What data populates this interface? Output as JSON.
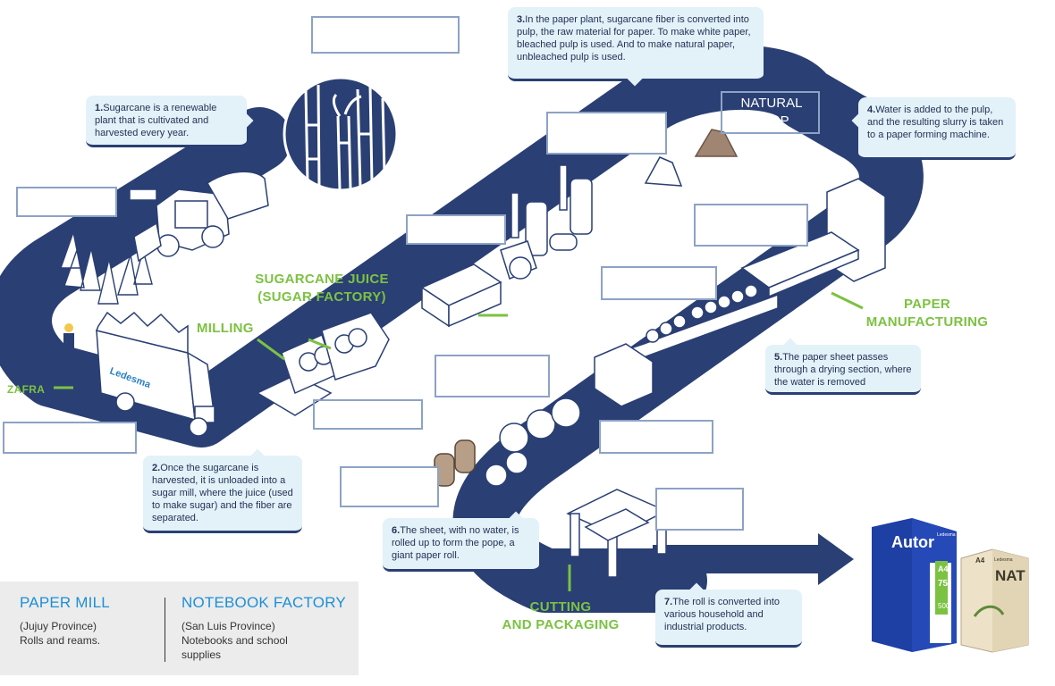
{
  "colors": {
    "road": "#2a3f73",
    "accent": "#7cc242",
    "note_bg": "#e3f1f9",
    "legend_heading": "#1d8fd6"
  },
  "notes": [
    {
      "num": "1.",
      "text": "Sugarcane is a renewable plant that is cultivated and harvested every year."
    },
    {
      "num": "2.",
      "text": "Once the sugarcane is harvested, it is unloaded into a sugar mill, where the juice (used to make sugar) and the fiber are separated."
    },
    {
      "num": "3.",
      "text": "In the paper plant, sugarcane fiber is converted into pulp, the raw material for paper. To make white paper, bleached pulp is used. And to make natural paper, unbleached pulp is used."
    },
    {
      "num": "4.",
      "text": "Water is added to the pulp, and the resulting slurry is taken to a paper forming machine."
    },
    {
      "num": "5.",
      "text": "The paper sheet passes through a drying section, where the water is removed"
    },
    {
      "num": "6.",
      "text": "The sheet, with no water, is rolled up to form the pope, a giant paper roll."
    },
    {
      "num": "7.",
      "text": "The roll is converted into various household and industrial products."
    }
  ],
  "labels": {
    "zafra": "ZAFRA",
    "milling": "MILLING",
    "juice_1": "SUGARCANE JUICE",
    "juice_2": "(SUGAR FACTORY)",
    "paper_1": "PAPER",
    "paper_2": "MANUFACTURING",
    "cut_1": "CUTTING",
    "cut_2": "AND PACKAGING",
    "natural_1": "NATURAL",
    "natural_2": "PULP",
    "partial_sug": "SU"
  },
  "legend": {
    "mill_title": "PAPER MILL",
    "mill_line1": "(Jujuy Province)",
    "mill_line2": "Rolls and reams.",
    "nb_title": "NOTEBOOK FACTORY",
    "nb_line1": "(San Luis Province)",
    "nb_line2": "Notebooks and school",
    "nb_line3": "supplies"
  },
  "truck_brand": "Ledesma",
  "products": {
    "autor_brand": "Autor",
    "autor_small": "Ledesma",
    "autor_size": "A4",
    "autor_weight": "75",
    "autor_count": "500",
    "nat_brand": "NAT",
    "nat_size": "A4",
    "nat_small": "Ledesma"
  }
}
